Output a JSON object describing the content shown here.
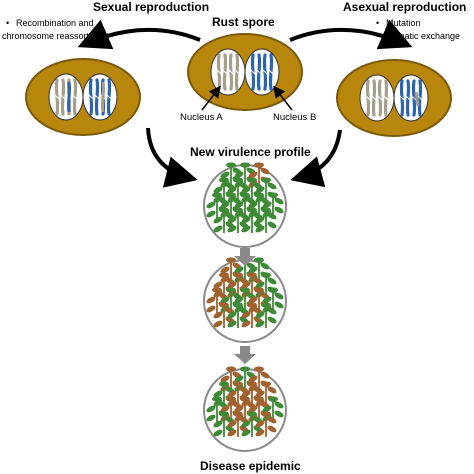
{
  "labels": {
    "sexual_title": "Sexual reproduction",
    "rust_spore": "Rust spore",
    "asexual_title": "Asexual reproduction",
    "sexual_bullets": [
      "Recombination and",
      "chromosome reassortment"
    ],
    "asexual_bullets": [
      "Mutation",
      "Somatic exchange"
    ],
    "nucleus_a": "Nucleus A",
    "nucleus_b": "Nucleus B",
    "new_virulence": "New virulence profile",
    "disease_epidemic": "Disease epidemic"
  },
  "colors": {
    "spore_fill": "#b8860b",
    "spore_stroke": "#7a5a0a",
    "nucleus_fill": "#ffffff",
    "chrom_a": "#a49e8a",
    "chrom_b": "#2d64b0",
    "plant_green": "#3f8a36",
    "plant_brown": "#a0622e",
    "circle_stroke": "#8a8a8a",
    "flow_arrow": "#8a8a8a"
  },
  "fields": [
    {
      "name": "new-virulence-field",
      "infected_fraction": 0.08
    },
    {
      "name": "spreading-field",
      "infected_fraction": 0.3
    },
    {
      "name": "epidemic-field",
      "infected_fraction": 0.7
    }
  ]
}
